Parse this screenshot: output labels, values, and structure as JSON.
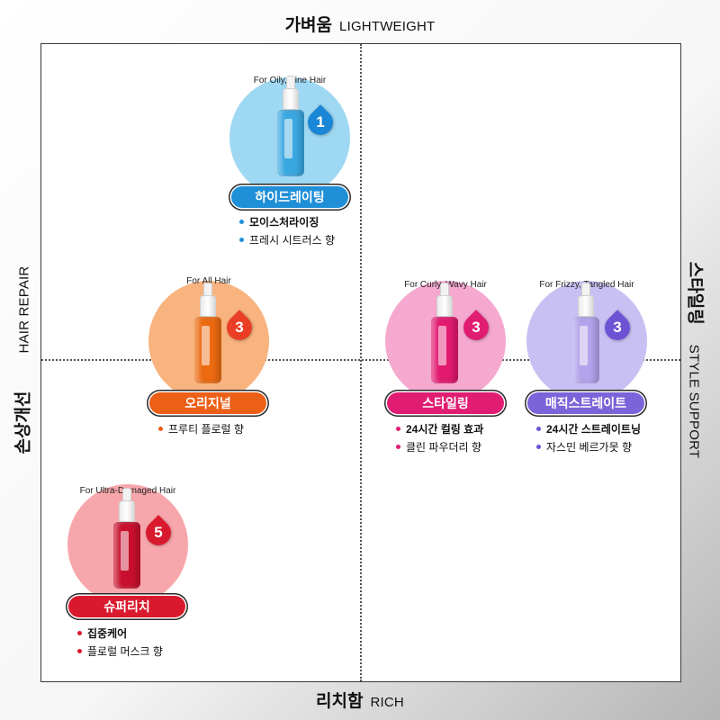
{
  "axes": {
    "top": {
      "ko": "가벼움",
      "en": "LIGHTWEIGHT"
    },
    "bottom": {
      "ko": "리치함",
      "en": "RICH"
    },
    "left": {
      "ko": "손상개선",
      "en": "HAIR REPAIR"
    },
    "right": {
      "ko": "스타일링",
      "en": "STYLE SUPPORT"
    }
  },
  "products": [
    {
      "id": "hydrating",
      "tagline": "For Oily, Fine Hair",
      "level": "1",
      "name": "하이드레이팅",
      "features": [
        "모이스처라이징",
        "프레시 시트러스 향"
      ],
      "colors": {
        "circle": "#9fd8f2",
        "bottle": "#3aa8e0",
        "pill": "#1f8fd8",
        "drop": "#1a86d6",
        "dot": "#1f8fd8"
      }
    },
    {
      "id": "original",
      "tagline": "For All Hair",
      "level": "3",
      "name": "오리지널",
      "features": [
        "프루티 플로럴 향"
      ],
      "colors": {
        "circle": "#f8b37f",
        "bottle": "#ec6a10",
        "pill": "#ec5f17",
        "drop": "#ea3f26",
        "dot": "#ec5f17"
      }
    },
    {
      "id": "styling",
      "tagline": "For Curly, Wavy Hair",
      "level": "3",
      "name": "스타일링",
      "features": [
        "24시간 컬링 효과",
        "클린 파우더리 향"
      ],
      "colors": {
        "circle": "#f5a9cf",
        "bottle": "#e11a6f",
        "pill": "#e01d72",
        "drop": "#e01d72",
        "dot": "#e01d72"
      }
    },
    {
      "id": "magic",
      "tagline": "For Frizzy, Tangled Hair",
      "level": "3",
      "name": "매직스트레이트",
      "features": [
        "24시간 스트레이트닝",
        "자스민 베르가못 향"
      ],
      "colors": {
        "circle": "#c8c0f2",
        "bottle": "#b3a3ec",
        "pill": "#7b63d9",
        "drop": "#6d52d4",
        "dot": "#6d52d4"
      }
    },
    {
      "id": "superrich",
      "tagline": "For Ultra-Damaged Hair",
      "level": "5",
      "name": "슈퍼리치",
      "features": [
        "집중케어",
        "플로럴 머스크 향"
      ],
      "colors": {
        "circle": "#f7a7ab",
        "bottle": "#c8102e",
        "pill": "#d91a2e",
        "drop": "#d91a2e",
        "dot": "#d91a2e"
      }
    }
  ]
}
